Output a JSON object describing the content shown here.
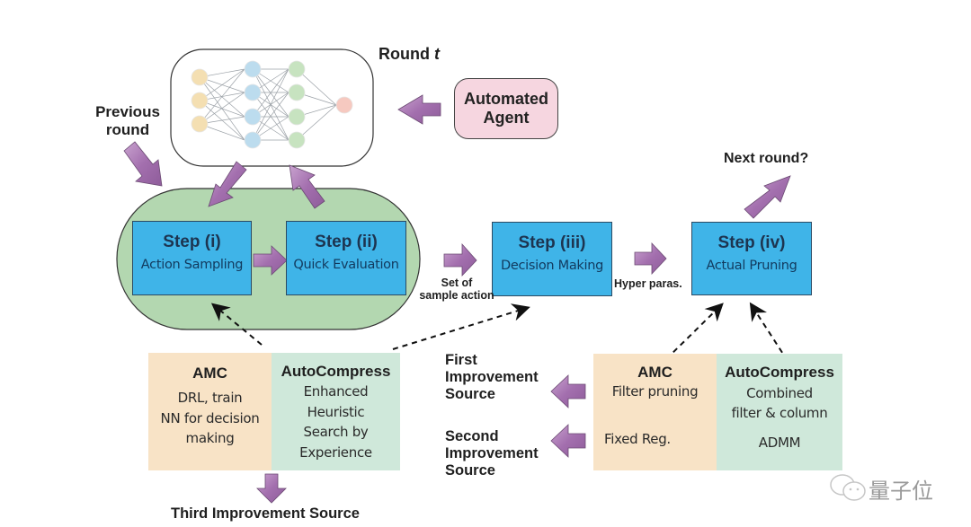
{
  "diagram": {
    "round_label": "Round t",
    "round_label_base": "Round ",
    "round_label_var": "t",
    "previous_round": [
      "Previous",
      "round"
    ],
    "next_round": "Next round?",
    "automated_agent": [
      "Automated",
      "Agent"
    ],
    "steps": [
      {
        "title": "Step (i)",
        "desc": "Action Sampling"
      },
      {
        "title": "Step (ii)",
        "desc": "Quick Evaluation"
      },
      {
        "title": "Step (iii)",
        "desc": "Decision Making"
      },
      {
        "title": "Step (iv)",
        "desc": "Actual Pruning"
      }
    ],
    "edge_labels": {
      "set_of_sample_action": [
        "Set of",
        "sample action"
      ],
      "hyper_paras": "Hyper paras."
    },
    "left_table": {
      "amc": {
        "header": "AMC",
        "lines": [
          "DRL, train",
          "NN for decision",
          "making"
        ]
      },
      "autocompress": {
        "header": "AutoCompress",
        "lines": [
          "Enhanced",
          "Heuristic",
          "Search by",
          "Experience"
        ]
      }
    },
    "right_table": {
      "amc": {
        "header": "AMC",
        "row1": "Filter pruning",
        "row2": "Fixed Reg."
      },
      "autocompress": {
        "header": "AutoCompress",
        "row1": [
          "Combined",
          "filter & column"
        ],
        "row2": "ADMM"
      }
    },
    "improvement_sources": {
      "first": [
        "First",
        "Improvement",
        "Source"
      ],
      "second": [
        "Second",
        "Improvement",
        "Source"
      ],
      "third": "Third Improvement Source"
    },
    "watermark": "量子位",
    "colors": {
      "step_box": "#3fb4e8",
      "green_oval": "#b3d7b0",
      "agent_box": "#f6d6e0",
      "arrow_purple": "#a778b0",
      "amc_cell": "#f8e3c6",
      "autocompress_cell": "#cfe8da"
    }
  }
}
